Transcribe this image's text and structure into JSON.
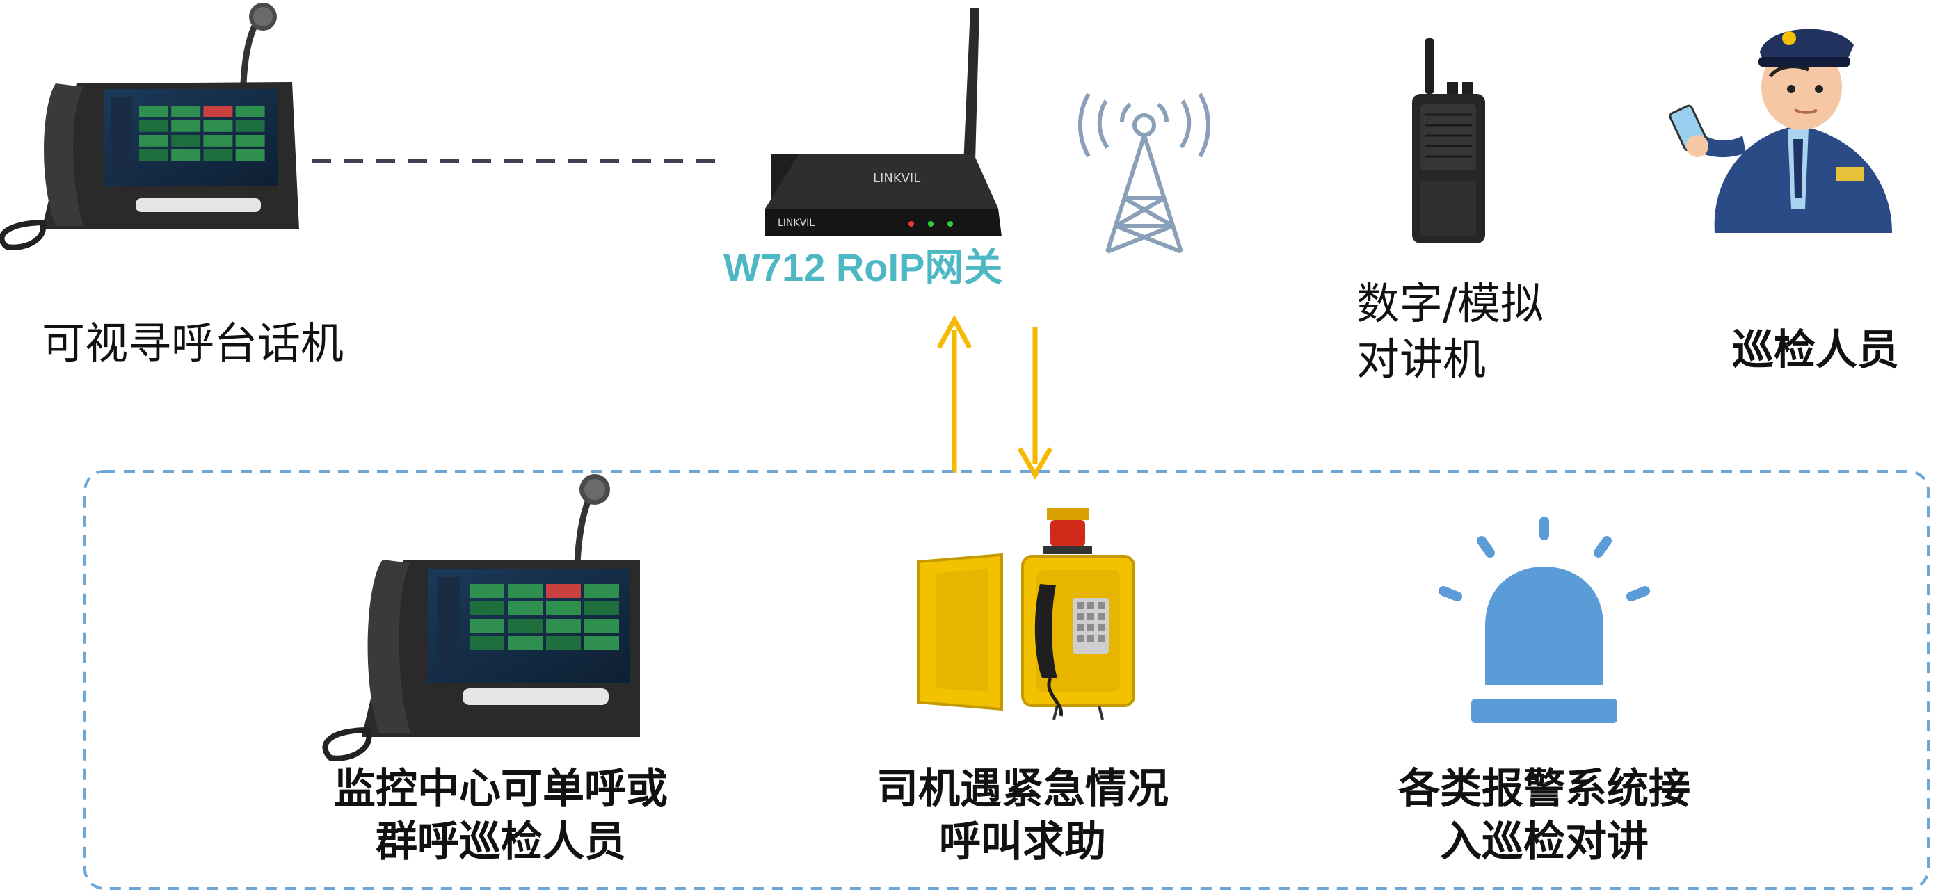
{
  "gateway": {
    "title": "W712 RoIP网关",
    "brand": "LINKVIL",
    "brand_front": "LINKVIL"
  },
  "top_labels": {
    "video_phone": "可视寻呼台话机",
    "radio_line1": "数字/模拟",
    "radio_line2": "对讲机",
    "patrol": "巡检人员"
  },
  "bottom_labels": {
    "monitor_line1": "监控中心可单呼或",
    "monitor_line2": "群呼巡检人员",
    "emergency_line1": "司机遇紧急情况",
    "emergency_line2": "呼叫求助",
    "alarm_line1": "各类报警系统接",
    "alarm_line2": "入巡检对讲"
  },
  "colors": {
    "gateway_title": "#4db8c4",
    "arrow": "#f6b900",
    "dash_box": "#6fa6d8",
    "alarm": "#5a9bd8",
    "phone_yellow": "#f2c200",
    "dark": "#2b2b2b"
  },
  "icons": [
    "desk-video-phone-icon",
    "roip-gateway-icon",
    "signal-tower-icon",
    "walkie-talkie-icon",
    "patrol-officer-icon",
    "emergency-phone-icon",
    "alarm-beacon-icon"
  ]
}
